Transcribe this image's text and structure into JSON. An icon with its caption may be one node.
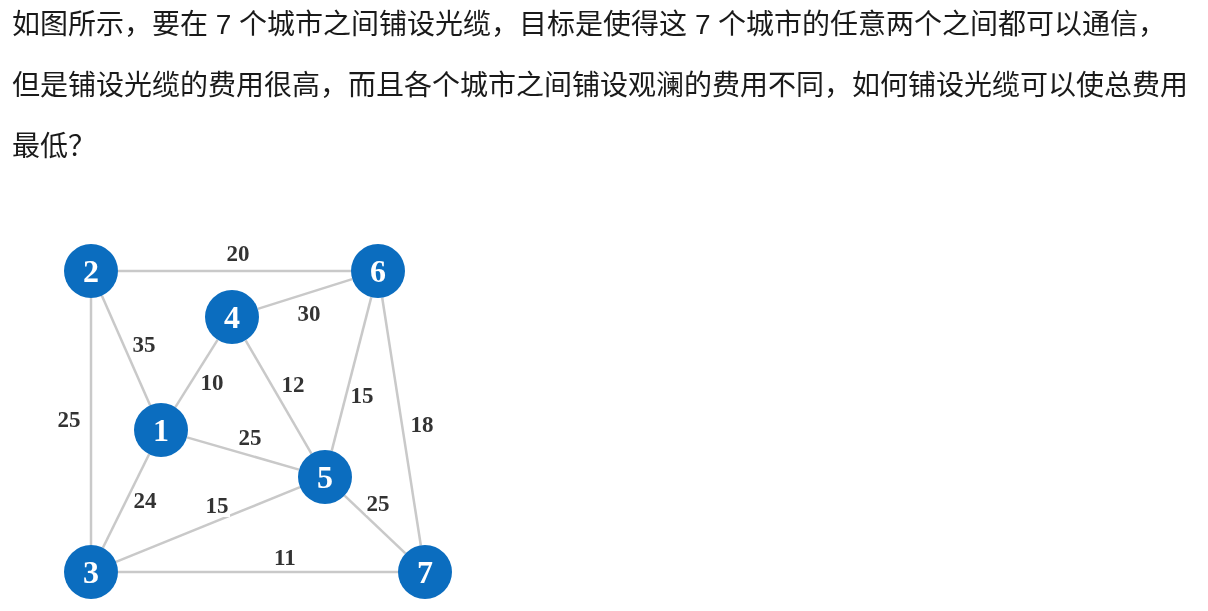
{
  "diagram": {
    "nodes": [
      {
        "text": [
          "2"
        ]
      },
      {
        "text": [
          "6"
        ]
      },
      {
        "text": [
          "4"
        ]
      },
      {
        "text": [
          "1"
        ]
      },
      {
        "text": [
          "5"
        ]
      },
      {
        "text": [
          "3"
        ]
      },
      {
        "text": [
          "7"
        ]
      }
    ],
    "edges": [
      {
        "from": 0,
        "to": 1,
        "arrow": "none",
        "label": "20"
      },
      {
        "from": 0,
        "to": 3,
        "arrow": "none",
        "label": "35"
      },
      {
        "from": 0,
        "to": 5,
        "arrow": "none",
        "label": "25"
      },
      {
        "from": 2,
        "to": 1,
        "arrow": "none",
        "label": "30"
      },
      {
        "from": 2,
        "to": 3,
        "arrow": "none",
        "label": "10"
      },
      {
        "from": 2,
        "to": 4,
        "arrow": "none",
        "label": "12"
      },
      {
        "from": 1,
        "to": 4,
        "arrow": "none",
        "label": "15"
      },
      {
        "from": 1,
        "to": 6,
        "arrow": "none",
        "label": "18"
      },
      {
        "from": 3,
        "to": 4,
        "arrow": "none",
        "label": "25"
      },
      {
        "from": 3,
        "to": 5,
        "arrow": "none",
        "label": "24"
      },
      {
        "from": 5,
        "to": 4,
        "arrow": "none",
        "label": "15"
      },
      {
        "from": 4,
        "to": 6,
        "arrow": "none",
        "label": "25"
      },
      {
        "from": 5,
        "to": 6,
        "arrow": "none",
        "label": "11"
      }
    ],
    "labels": [
      "如图所示，要在 7 个城市之间铺设光缆，目标是使得这 7 个城市的任意两个之间都可以通信，但是铺设光缆的费用很高，而且各个城市之间铺设观澜的费用不同，如何铺设光缆可以使总费用最低？"
    ]
  }
}
